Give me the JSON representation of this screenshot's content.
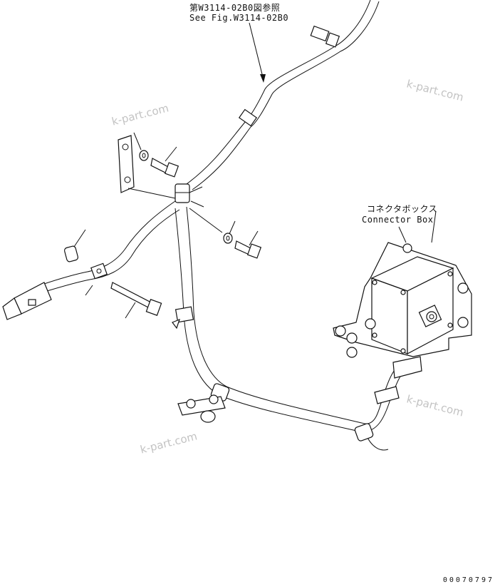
{
  "reference": {
    "ja": "第W3114-02B0図参照",
    "en": "See Fig.W3114-02B0"
  },
  "connector_box": {
    "ja": "コネクタボックス",
    "en": "Connector Box"
  },
  "watermark": "k-part.com",
  "drawing_number": "00070797",
  "colors": {
    "line": "#111111",
    "watermark": "#c3c3c3",
    "background": "#ffffff"
  }
}
